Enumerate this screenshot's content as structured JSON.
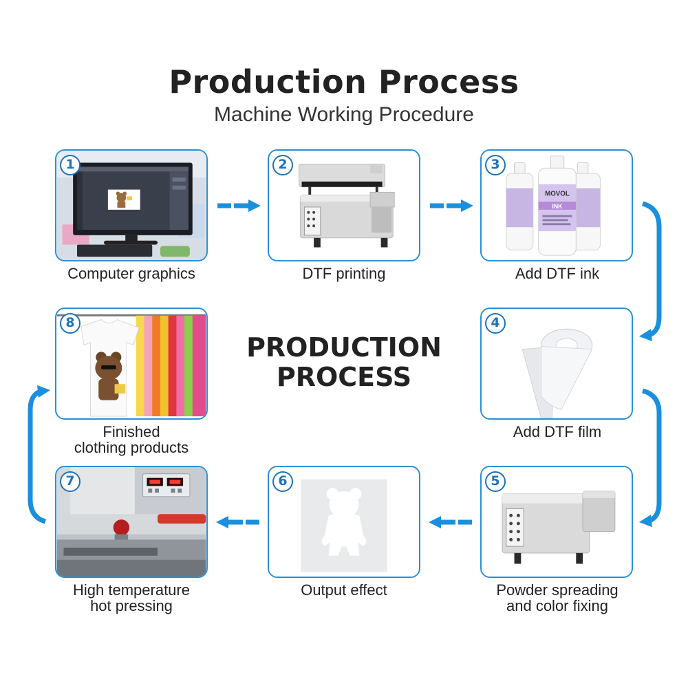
{
  "header": {
    "title": "Production Process",
    "subtitle": "Machine Working Procedure"
  },
  "center_title": {
    "line1": "PRODUCTION",
    "line2": "PROCESS"
  },
  "steps": [
    {
      "number": "1",
      "caption": "Computer graphics",
      "icon": "computer-monitor-icon"
    },
    {
      "number": "2",
      "caption": "DTF printing",
      "icon": "dtf-printer-icon"
    },
    {
      "number": "3",
      "caption": "Add DTF ink",
      "icon": "ink-bottles-icon"
    },
    {
      "number": "4",
      "caption": "Add DTF film",
      "icon": "film-roll-icon"
    },
    {
      "number": "5",
      "caption_line1": "Powder spreading",
      "caption_line2": "and color fixing",
      "icon": "powder-shaker-icon"
    },
    {
      "number": "6",
      "caption": "Output effect",
      "icon": "transfer-sheet-icon"
    },
    {
      "number": "7",
      "caption_line1": "High temperature",
      "caption_line2": "hot pressing",
      "icon": "heat-press-icon"
    },
    {
      "number": "8",
      "caption_line1": "Finished",
      "caption_line2": "clothing products",
      "icon": "tshirts-icon"
    }
  ],
  "bottle_labels": {
    "brand": "MOVOL",
    "ink": "INK"
  },
  "colors": {
    "frame_border": "#2a8fd6",
    "arrow": "#1a8fdd",
    "badge": "#1f72b8",
    "text": "#222222"
  }
}
